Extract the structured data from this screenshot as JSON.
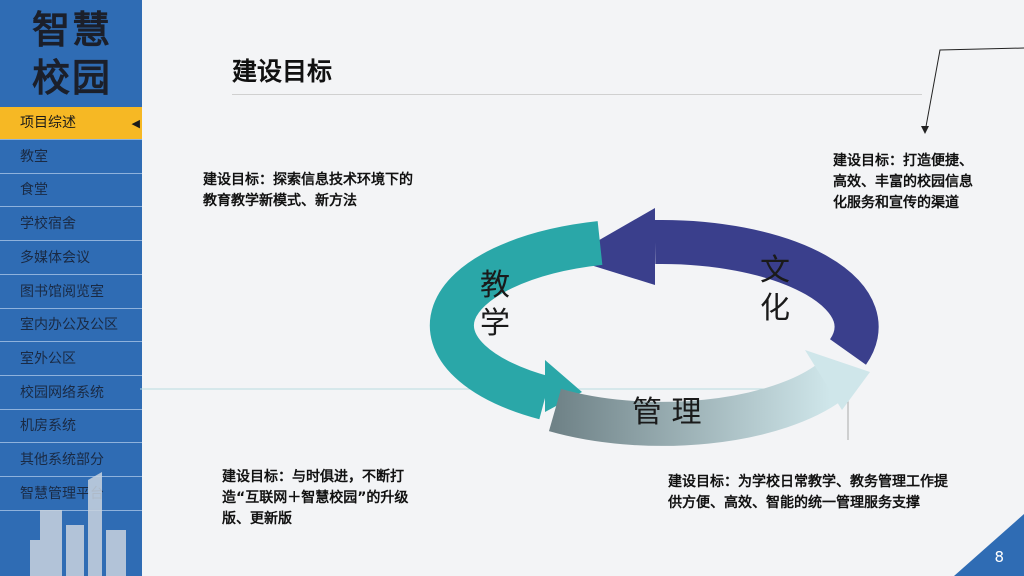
{
  "sidebar": {
    "logo": [
      "智慧",
      "校园"
    ],
    "items": [
      {
        "label": "项目综述",
        "active": true
      },
      {
        "label": "教室"
      },
      {
        "label": "食堂"
      },
      {
        "label": "学校宿舍"
      },
      {
        "label": "多媒体会议"
      },
      {
        "label": "图书馆阅览室"
      },
      {
        "label": "室内办公及公区"
      },
      {
        "label": "室外公区"
      },
      {
        "label": "校园网络系统"
      },
      {
        "label": "机房系统"
      },
      {
        "label": "其他系统部分"
      },
      {
        "label": "智慧管理平台"
      }
    ]
  },
  "slide": {
    "title": "建设目标",
    "page": "8",
    "notes": {
      "top_left": "建设目标：探索信息技术环境下的教育教学新模式、新方法",
      "top_right": "建设目标：打造便捷、高效、丰富的校园信息化服务和宣传的渠道",
      "bottom_left": "建设目标：与时俱进，不断打造“互联网＋智慧校园”的升级版、更新版",
      "bottom_right": "建设目标：为学校日常教学、教务管理工作提供方便、高效、智能的统一管理服务支撑"
    },
    "cycle": {
      "teaching": "教学",
      "culture": "文化",
      "management": "管 理"
    }
  },
  "colors": {
    "sidebar": "#2f6cb4",
    "active": "#f6b824",
    "teal": "#2aa7a8",
    "navy": "#3a3f8c",
    "gray": "#8fa3a8"
  }
}
